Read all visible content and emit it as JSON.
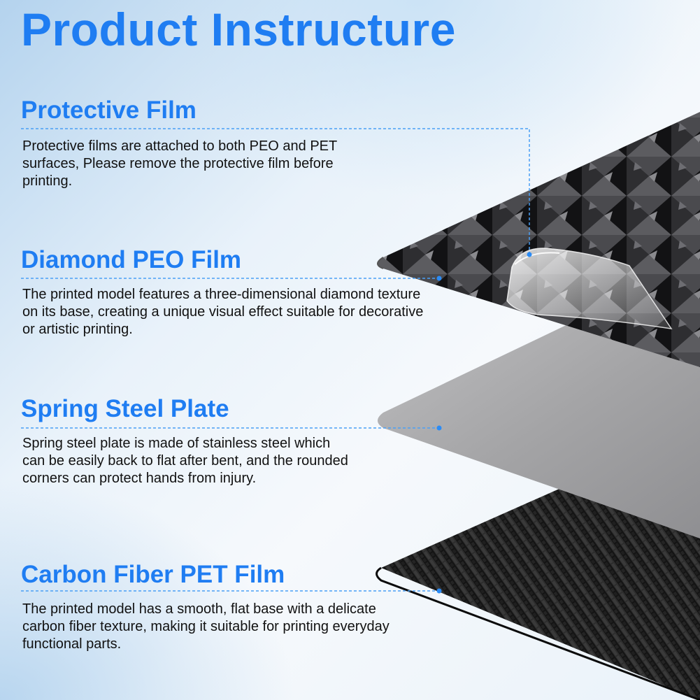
{
  "title": "Product Instructure",
  "sections": [
    {
      "heading": "Protective Film",
      "description": "Protective films are attached to both PEO and PET surfaces, Please remove the protective film before printing."
    },
    {
      "heading": "Diamond PEO Film",
      "description": "The printed model features a three-dimensional diamond texture on its base, creating a unique visual effect suitable for decorative or artistic printing."
    },
    {
      "heading": "Spring Steel Plate",
      "description": "Spring steel plate is made of stainless steel which can be easily back to flat after bent, and the rounded corners can protect hands from injury."
    },
    {
      "heading": "Carbon Fiber PET Film",
      "description": "The printed model has a smooth, flat base with a delicate carbon fiber texture, making it suitable for printing everyday functional parts."
    }
  ],
  "colors": {
    "accent": "#1f7df2",
    "text": "#111111",
    "diamond_sheet": "#1c1c1e",
    "steel_sheet": "#a6a6a8",
    "carbon_sheet": "#1a1a1a"
  }
}
